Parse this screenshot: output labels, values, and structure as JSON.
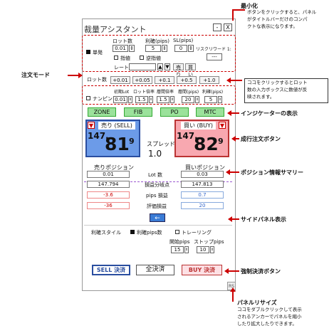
{
  "annotations": {
    "minimize": "最小化",
    "minimize_note": [
      "ボタンをクリックすると、パネル",
      "がタイトルバーだけのコンパ",
      "クトな表示になります。"
    ],
    "order_mode": "注文モード",
    "lot_note": [
      "ココをクリックするとロット",
      "数の入力ボックスに数値が反",
      "映されます。"
    ],
    "indicator": "インジケーターの表示",
    "market_order": "成行注文ボタン",
    "position_summary": "ポジション情報サマリー",
    "side_panel": "サイドパネル表示",
    "force_close": "強制決済ボタン",
    "resize": "パネルリサイズ",
    "resize_note": [
      "ココをダブルクリックして表示",
      "されるアンカーでパネルを縮小",
      "したり拡大したりできます。"
    ]
  },
  "window": {
    "title": "裁量アシスタント",
    "minimize_label": "-",
    "close_label": "X",
    "resize_label": "RS"
  },
  "order": {
    "single_label": "単発",
    "lot_header": "ロット数",
    "tp_header": "利確(pips)",
    "sl_header": "SL(pips)",
    "lot_value": "0.01",
    "tp_value": "5",
    "sl_value": "0",
    "risk_reward": "リスクリワード 1:",
    "risk_reward_value": "---",
    "limit_label": "指値",
    "stop_label": "逆指値",
    "rate_label": "レート",
    "rate_value": "",
    "sell_small": "売り",
    "buy_small": "買い"
  },
  "lot_buttons": {
    "label": "ロット数",
    "items": [
      "+0.01",
      "+0.05",
      "+0.1",
      "+0.5",
      "+1.0"
    ]
  },
  "nanpin": {
    "label": "ナンピン",
    "headers": [
      "初期Lot",
      "ロット倍率",
      "層間倍率",
      "層間(pips)",
      "利確(pips)"
    ],
    "values": [
      "0.01",
      "1.5",
      "1.5",
      "20",
      "5"
    ]
  },
  "indicators": [
    "ZONE",
    "FIB",
    "PO",
    "MTC"
  ],
  "market": {
    "sell_label": "売り (SELL)",
    "buy_label": "買い (BUY)",
    "sell_big": "147.",
    "sell_main": "81",
    "sell_sup": "9",
    "buy_big": "147.",
    "buy_main": "82",
    "buy_sup": "9",
    "spread_label": "スプレッド",
    "spread_value": "1.0"
  },
  "positions": {
    "sell_header": "売りポジション",
    "buy_header": "買いポジション",
    "rows": [
      {
        "label": "Lot 数",
        "sell": "0.01",
        "buy": "0.03"
      },
      {
        "label": "損益分岐点",
        "sell": "147.794",
        "buy": "147.813"
      },
      {
        "label": "pips 損益",
        "sell": "-3.6",
        "buy": "0.7"
      },
      {
        "label": "評価損益",
        "sell": "-36",
        "buy": "20"
      }
    ]
  },
  "side_panel_button": "←",
  "exit": {
    "style_label": "利確スタイル",
    "profit_pips_label": "利確pips数",
    "trailing_label": "トレーリング",
    "start_label": "開始pips",
    "stop_label": "ストップpips",
    "start_value": "15",
    "stop_value": "10"
  },
  "close": {
    "sell_label": "SELL 決済",
    "all_label": "全決済",
    "buy_label": "BUY 決済"
  },
  "colors": {
    "accent_red": "#cc0000",
    "sell_blue": "#6c9be8",
    "buy_pink": "#f8a8b0",
    "indicator_green": "#9be29b"
  }
}
